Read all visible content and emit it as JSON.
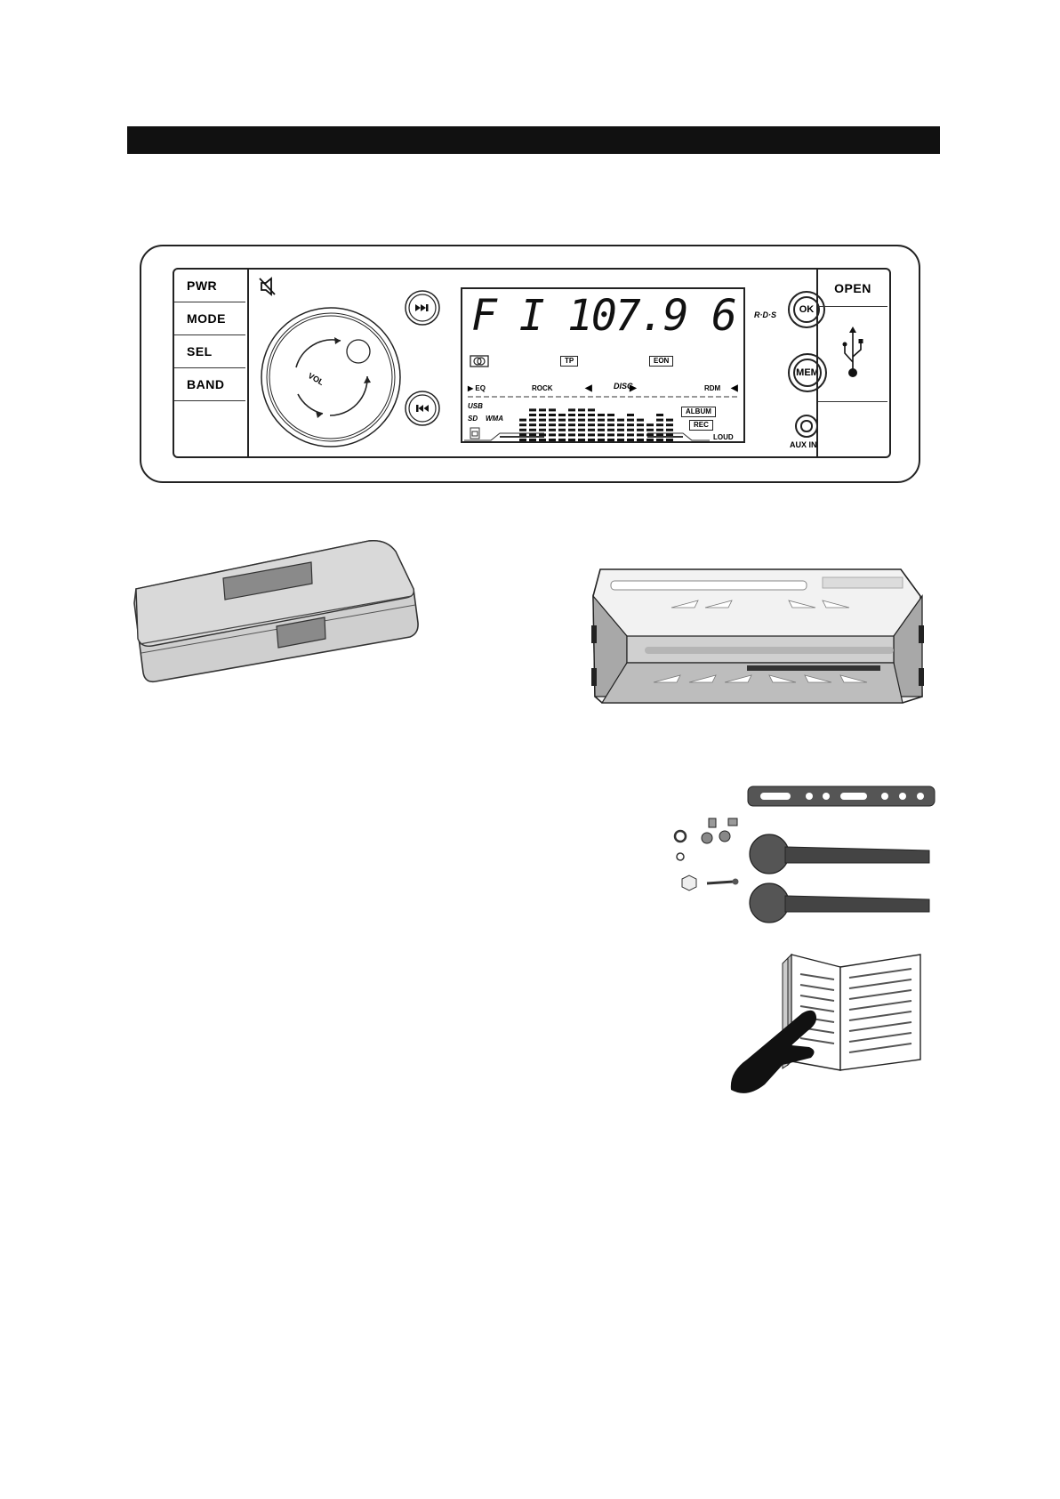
{
  "panel": {
    "left_buttons": [
      "PWR",
      "MODE",
      "SEL",
      "BAND"
    ],
    "open_label": "OPEN",
    "knob_label": "VOL",
    "display": {
      "band": "F I",
      "frequency": "107.9",
      "preset": "6",
      "tags": [
        "TP",
        "EON"
      ],
      "eq_label": "▶ EQ",
      "eq_mode": "ROCK",
      "rdm_label": "RDM",
      "usb_label": "USB",
      "sd_label": "SD",
      "wma_label": "WMA",
      "album_label": "ALBUM",
      "rec_label": "REC",
      "loud_label": "LOUD",
      "disc_label": "DISC"
    },
    "rds_label": "R·D·S",
    "ok_label": "OK",
    "mem_label": "MEM",
    "aux_label": "AUX IN"
  }
}
